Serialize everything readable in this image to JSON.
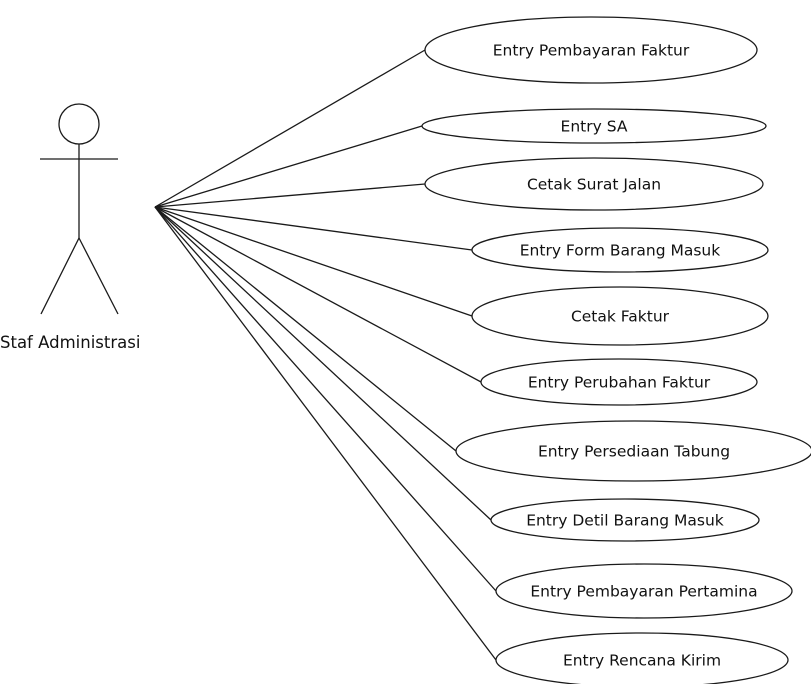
{
  "actor": {
    "name": "Staf Administrasi"
  },
  "use_cases": [
    "Entry Pembayaran Faktur",
    "Entry SA",
    "Cetak Surat Jalan",
    "Entry Form Barang Masuk",
    "Cetak Faktur",
    "Entry Perubahan Faktur",
    "Entry Persediaan Tabung",
    "Entry Detil Barang Masuk",
    "Entry Pembayaran Pertamina",
    "Entry Rencana Kirim"
  ]
}
